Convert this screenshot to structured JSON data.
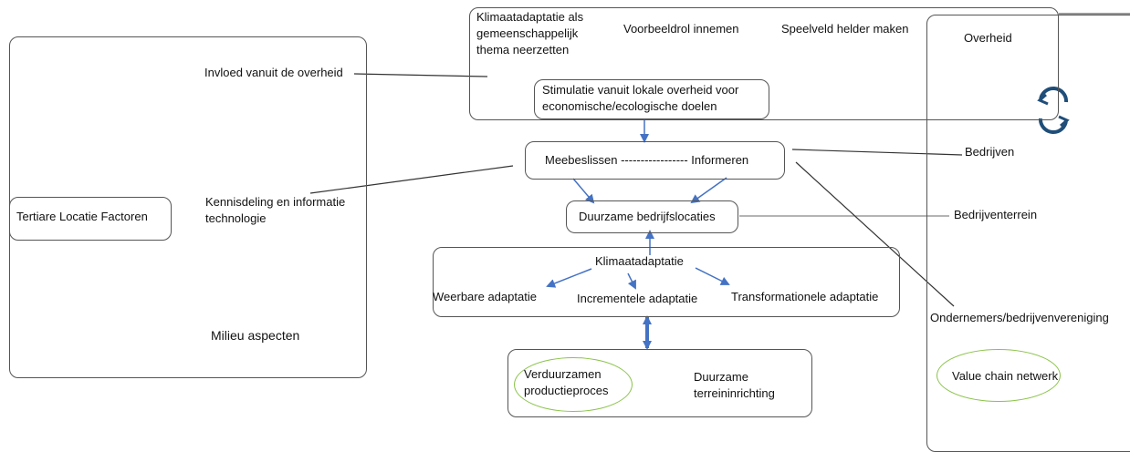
{
  "labels": {
    "climate_common_theme": "Klimaatadaptatie als gemeenschappelijk thema neerzetten",
    "role_model": "Voorbeeldrol innemen",
    "clear_playing_field": "Speelveld helder maken",
    "government": "Overheid",
    "influence_government": "Invloed vanuit de overheid",
    "stimulation_local": "Stimulatie vanuit lokale overheid voor economische/ecologische doelen",
    "codecide_inform": "Meebeslissen ----------------- Informeren",
    "companies": "Bedrijven",
    "knowledge_sharing": "Kennisdeling en informatie technologie",
    "tertiary_factors": "Tertiare Locatie Factoren",
    "sustainable_locations": "Duurzame bedrijfslocaties",
    "business_park": "Bedrijventerrein",
    "climate_adaptation": "Klimaatadaptatie",
    "resilient_adaptation": "Weerbare adaptatie",
    "incremental_adaptation": "Incrementele adaptatie",
    "transformational_adaptation": "Transformationele adaptatie",
    "entrepreneurs_association": "Ondernemers/bedrijvenvereniging",
    "environmental_aspects": "Milieu aspecten",
    "sustainable_production": "Verduurzamen productieproces",
    "sustainable_site_layout": "Duurzame terreininrichting",
    "value_chain": "Value chain netwerk"
  },
  "colors": {
    "arrow": "#4472c4",
    "ellipse": "#8bc34a",
    "line": "#333333",
    "box_border": "#555555"
  }
}
